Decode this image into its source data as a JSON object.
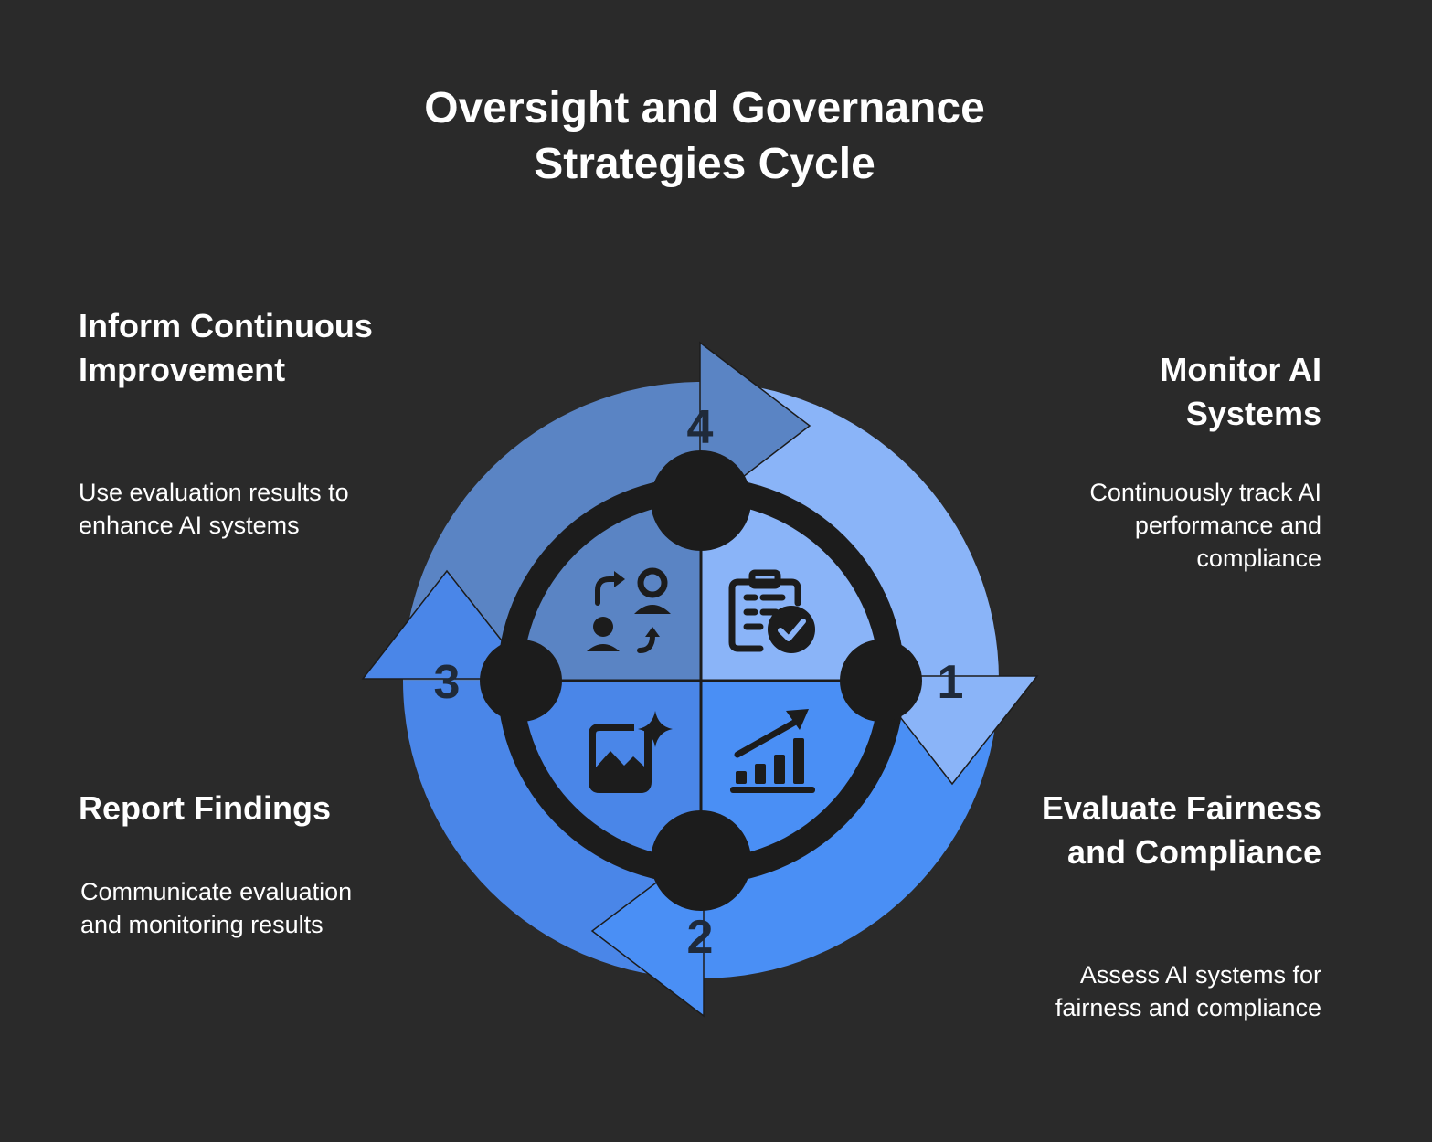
{
  "title": "Oversight and Governance Strategies Cycle",
  "colors": {
    "background": "#2a2a2a",
    "step1": "#8ab4f8",
    "step2": "#4a8ff5",
    "step3": "#4a86e8",
    "step4": "#5a84c4",
    "ring": "#1c1c1c"
  },
  "steps": [
    {
      "number": "1",
      "title": "Monitor AI Systems",
      "description": "Continuously track AI performance and compliance",
      "icon": "clipboard-check-icon"
    },
    {
      "number": "2",
      "title": "Evaluate Fairness and Compliance",
      "description": "Assess AI systems for fairness and compliance",
      "icon": "bar-chart-trend-icon"
    },
    {
      "number": "3",
      "title": "Report Findings",
      "description": "Communicate evaluation and monitoring results",
      "icon": "image-sparkle-icon"
    },
    {
      "number": "4",
      "title": "Inform Continuous Improvement",
      "description": "Use evaluation results to enhance AI systems",
      "icon": "user-exchange-icon"
    }
  ]
}
